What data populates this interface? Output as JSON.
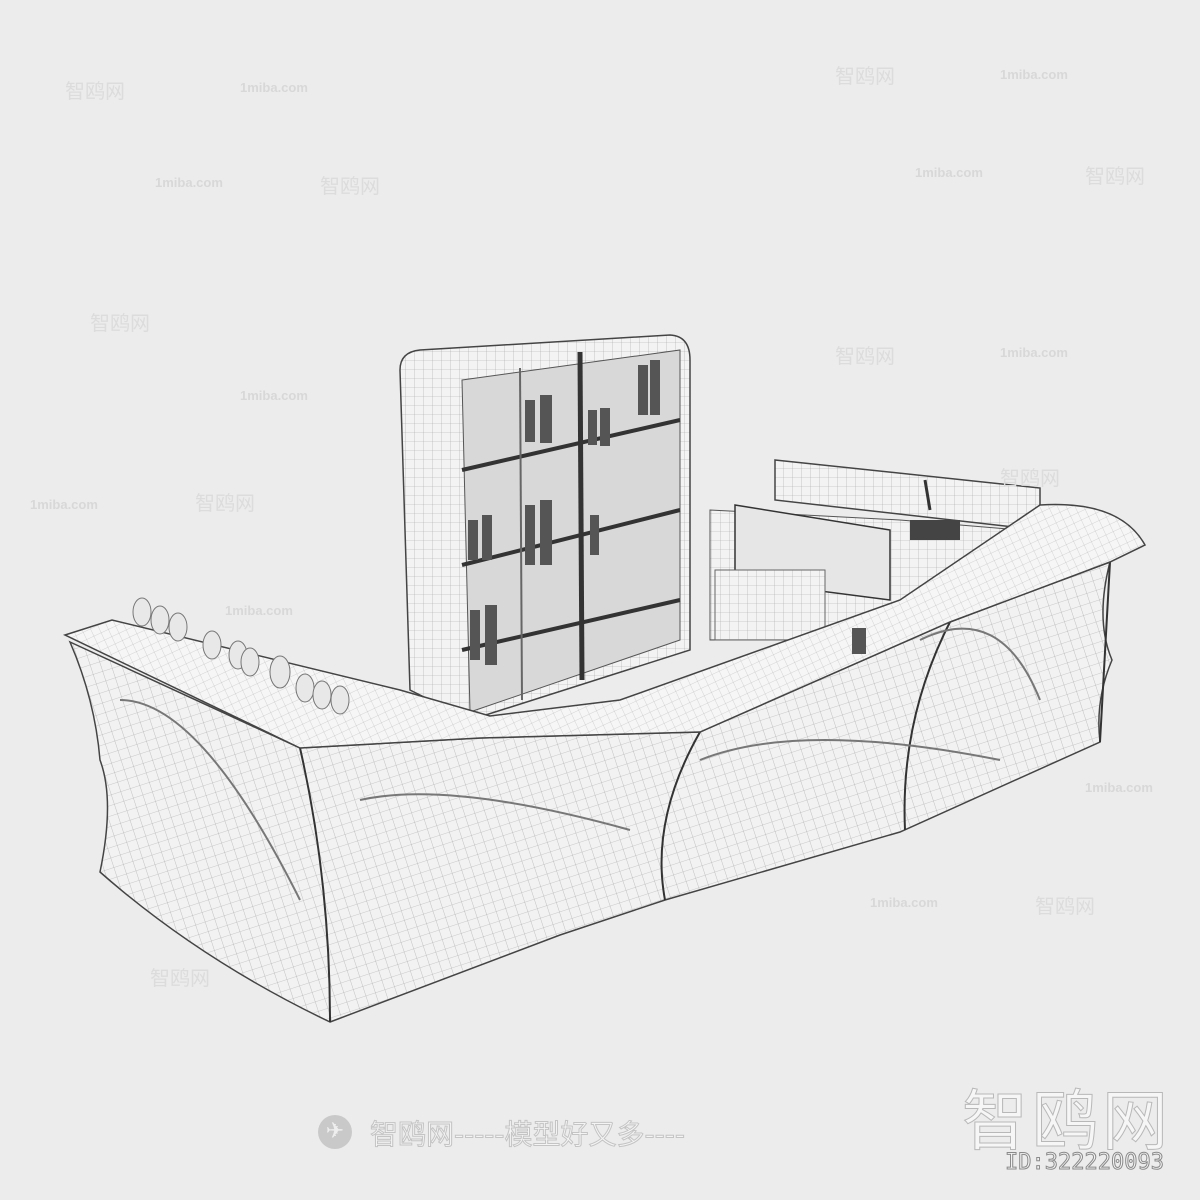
{
  "watermarks": {
    "brand": "智鸥网",
    "url": "1miba.com",
    "slogan": "智鸥网-----模型好又多----",
    "big_brand": "智鸥网",
    "model_id": "ID:322220093"
  },
  "colors": {
    "background": "#ececec",
    "surface": "#f4f4f4",
    "wire": "#9a9a9a",
    "shadow": "#3a3a3a"
  }
}
